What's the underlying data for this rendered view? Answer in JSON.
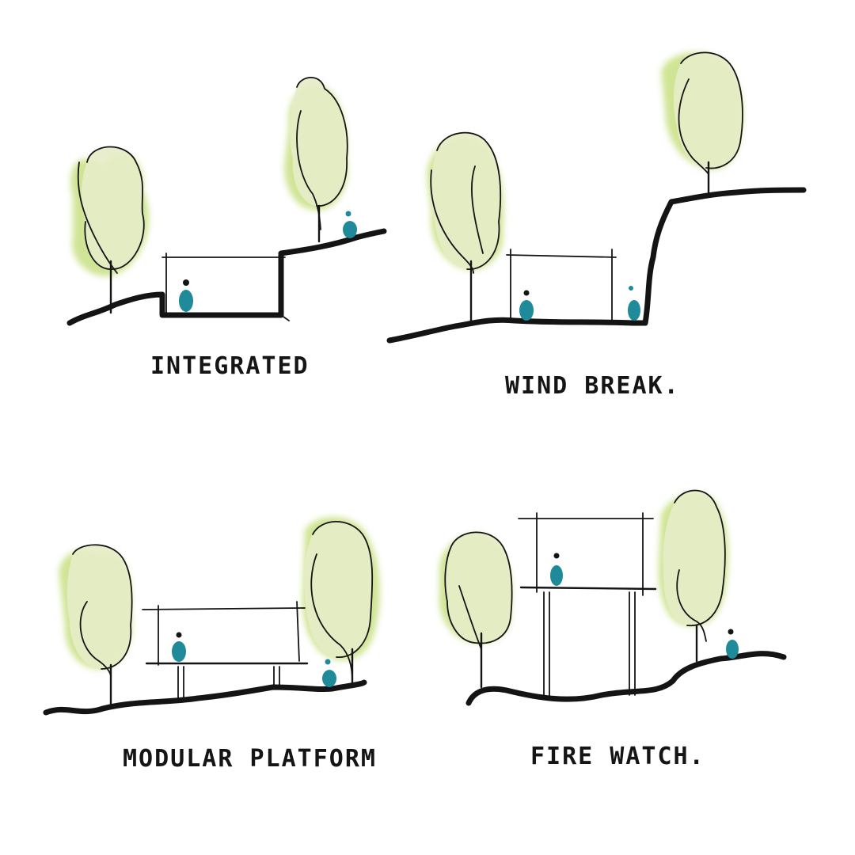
{
  "diagrams": [
    {
      "id": "integrated",
      "caption": "INTEGRATED"
    },
    {
      "id": "wind-break",
      "caption": "WIND BREAK."
    },
    {
      "id": "modular-platform",
      "caption": "MODULAR PLATFORM"
    },
    {
      "id": "fire-watch",
      "caption": "FIRE WATCH."
    }
  ],
  "colors": {
    "ink": "#141414",
    "foliage_light": "#e6ecc8",
    "foliage_wash": "#a9cf3c",
    "figure": "#1f8a9a"
  }
}
